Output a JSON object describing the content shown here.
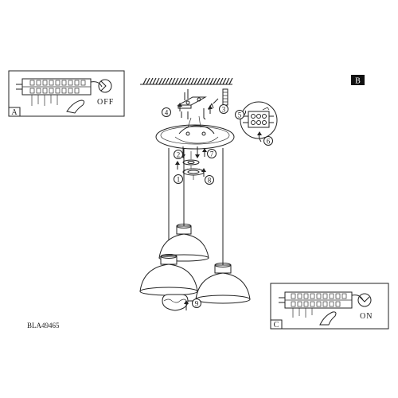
{
  "panels": {
    "a": {
      "letter": "A",
      "state_text": "OFF"
    },
    "b": {
      "letter": "B"
    },
    "c": {
      "letter": "C",
      "state_text": "ON"
    }
  },
  "callouts": [
    "1",
    "2",
    "3",
    "4",
    "5",
    "6",
    "7",
    "8",
    "9"
  ],
  "model_code": "BLA49465"
}
